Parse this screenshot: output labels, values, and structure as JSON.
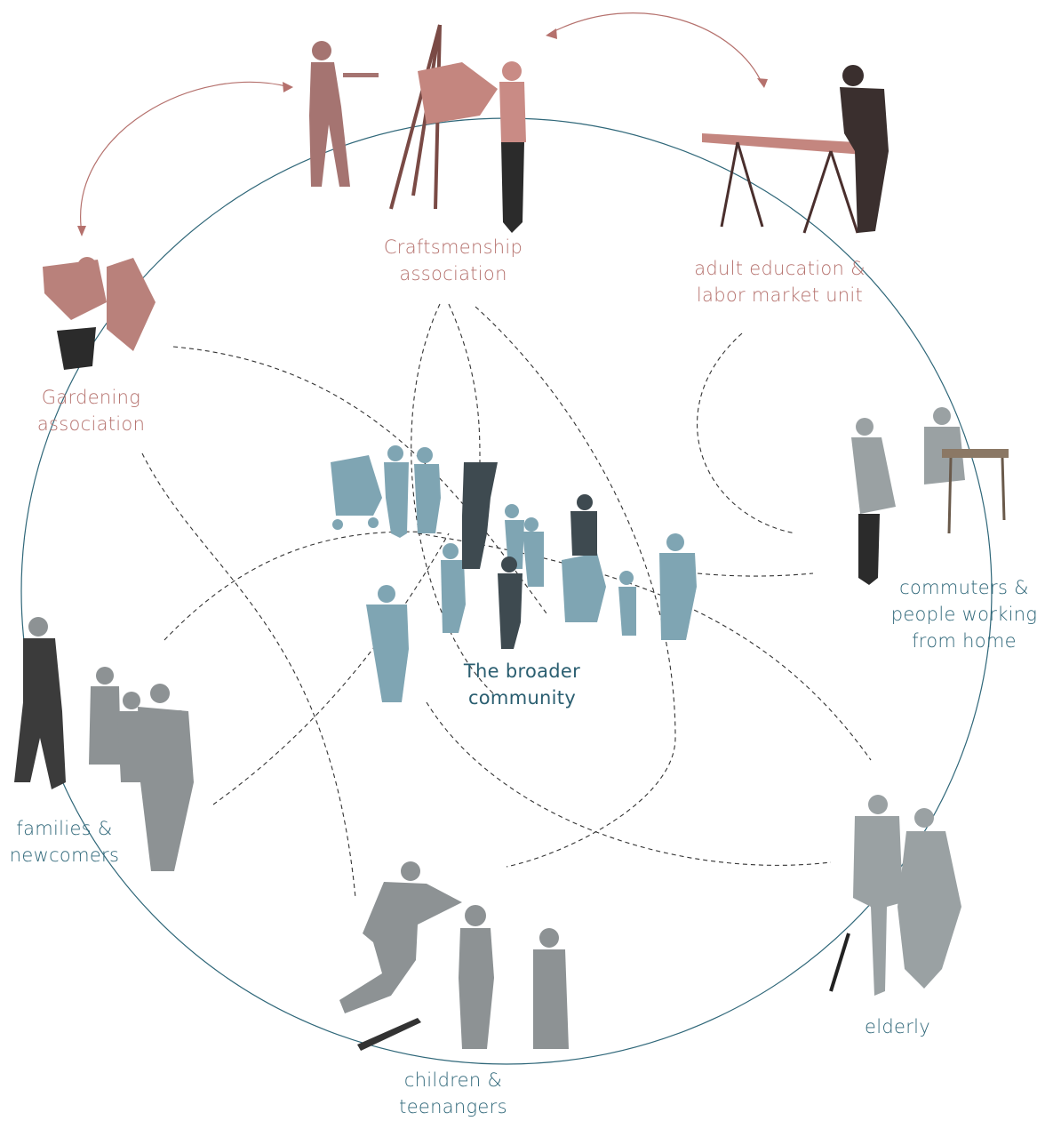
{
  "colors": {
    "association": "#b5716d",
    "group": "#2f6779",
    "circle": "#2f6779",
    "arrow": "#b5716d",
    "dashed": "#333333",
    "figure_blue": "#7fa5b3",
    "figure_dark": "#3e4447",
    "figure_pink": "#c4867f"
  },
  "center": {
    "line1": "The broader",
    "line2": "community",
    "icon": "crowd-figures-icon"
  },
  "associations": {
    "craftsmanship": {
      "line1": "Craftsmenship",
      "line2": "association",
      "icon": "artists-with-easel-icon"
    },
    "gardening": {
      "line1": "Gardening",
      "line2": "association",
      "icon": "gardener-with-plant-icon"
    },
    "adult_education": {
      "line1": "adult education &",
      "line2": "labor market unit",
      "icon": "worker-at-table-icon"
    }
  },
  "groups": {
    "commuters": {
      "line1": "commuters &",
      "line2": "people working",
      "line3": "from home",
      "icon": "woman-at-desk-icon"
    },
    "elderly": {
      "line1": "elderly",
      "icon": "elderly-couple-icon"
    },
    "children": {
      "line1": "children &",
      "line2": "teenangers",
      "icon": "children-playing-icon"
    },
    "families": {
      "line1": "families &",
      "line2": "newcomers",
      "icon": "family-walking-icon"
    }
  }
}
